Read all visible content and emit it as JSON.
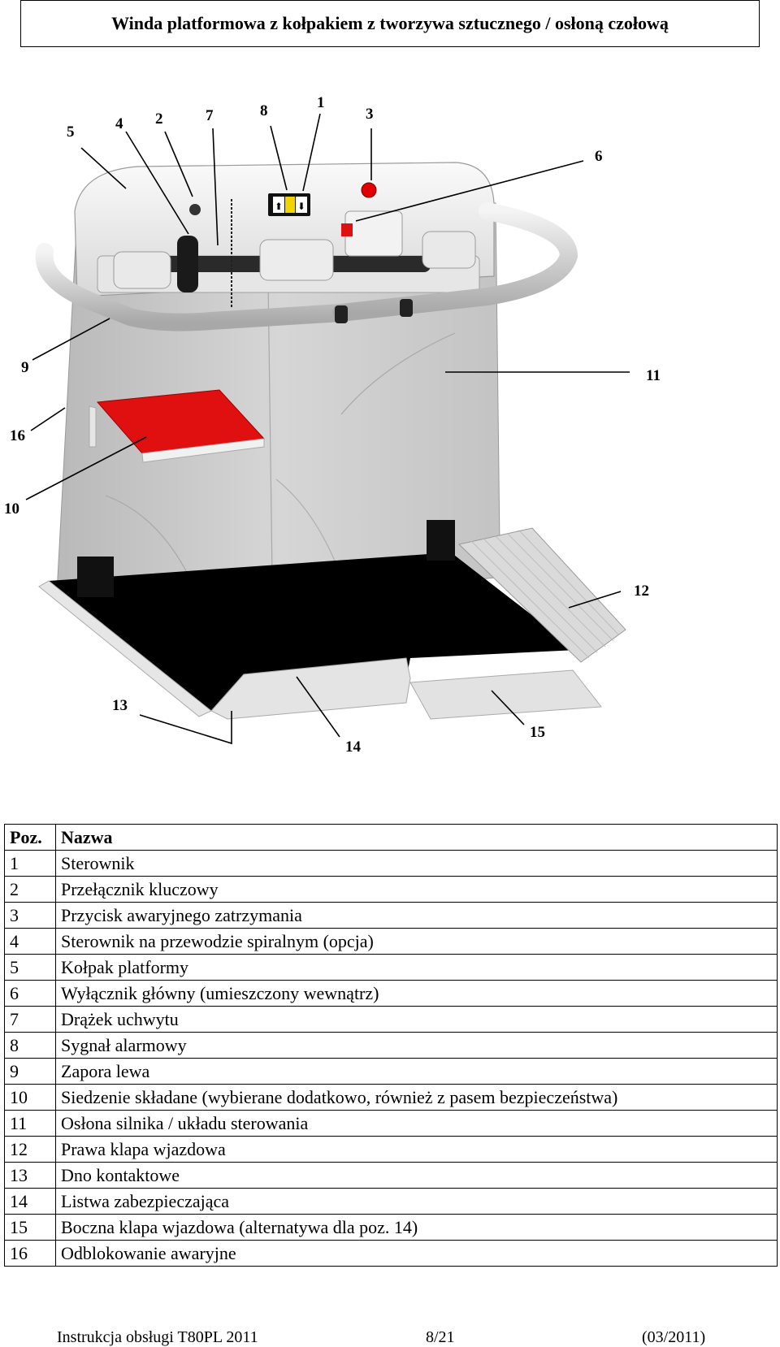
{
  "title": "Winda platformowa z kołpakiem z tworzywa sztucznego / osłoną czołową",
  "figure": {
    "callouts": [
      "5",
      "4",
      "2",
      "7",
      "8",
      "1",
      "3",
      "6",
      "9",
      "11",
      "16",
      "10",
      "12",
      "13",
      "14",
      "15"
    ],
    "panel_symbols": [
      "⬆",
      "⬇"
    ],
    "colors": {
      "seat": "#e01010",
      "platform": "#000000",
      "housing": "#cfcfcf",
      "hood": "#e8e8e8",
      "emergency_button": "#e00000"
    }
  },
  "table": {
    "headers": {
      "pos": "Poz.",
      "name": "Nazwa"
    },
    "rows": [
      {
        "pos": "1",
        "name": "Sterownik"
      },
      {
        "pos": "2",
        "name": "Przełącznik kluczowy"
      },
      {
        "pos": "3",
        "name": "Przycisk awaryjnego zatrzymania"
      },
      {
        "pos": "4",
        "name": "Sterownik na przewodzie spiralnym (opcja)"
      },
      {
        "pos": "5",
        "name": "Kołpak platformy"
      },
      {
        "pos": "6",
        "name": "Wyłącznik główny (umieszczony wewnątrz)"
      },
      {
        "pos": "7",
        "name": "Drążek uchwytu"
      },
      {
        "pos": "8",
        "name": "Sygnał alarmowy"
      },
      {
        "pos": "9",
        "name": "Zapora lewa"
      },
      {
        "pos": "10",
        "name": "Siedzenie składane (wybierane dodatkowo, również z pasem bezpieczeństwa)"
      },
      {
        "pos": "11",
        "name": "Osłona silnika / układu sterowania"
      },
      {
        "pos": "12",
        "name": "Prawa klapa wjazdowa"
      },
      {
        "pos": "13",
        "name": "Dno kontaktowe"
      },
      {
        "pos": "14",
        "name": "Listwa zabezpieczająca"
      },
      {
        "pos": "15",
        "name": "Boczna klapa wjazdowa (alternatywa dla poz. 14)"
      },
      {
        "pos": "16",
        "name": "Odblokowanie awaryjne"
      }
    ]
  },
  "footer": {
    "manual": "Instrukcja obsługi  T80PL 2011",
    "page": "8/21",
    "date": "(03/2011)"
  }
}
